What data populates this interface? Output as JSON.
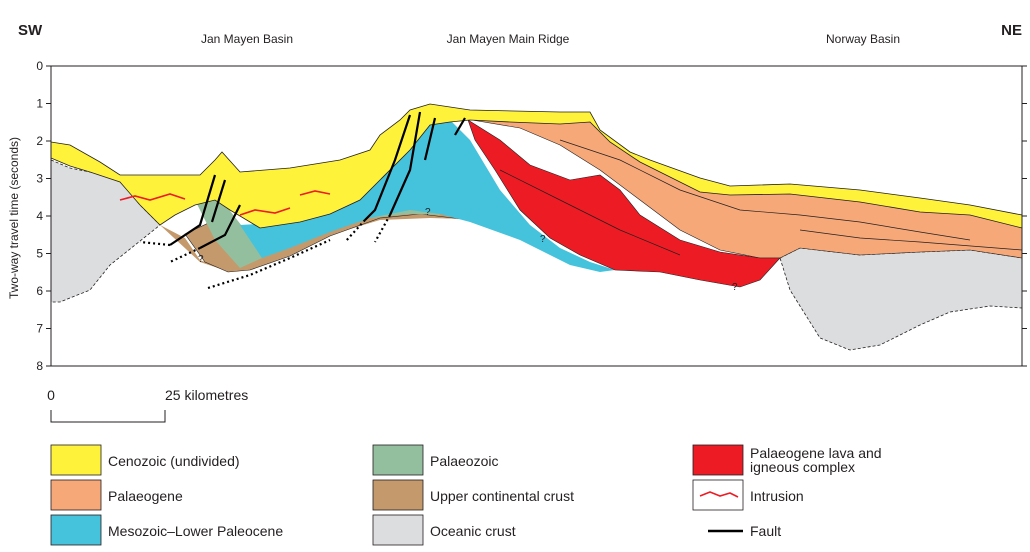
{
  "directions": {
    "left": "SW",
    "right": "NE"
  },
  "regions": [
    "Jan Mayen Basin",
    "Jan Mayen Main Ridge",
    "Norway Basin"
  ],
  "y_axis": {
    "title": "Two-way travel time (seconds)",
    "ticks": [
      "0",
      "1",
      "2",
      "3",
      "4",
      "5",
      "6",
      "7",
      "8"
    ]
  },
  "scale_bar": {
    "start_label": "0",
    "end_label": "25 kilometres"
  },
  "uncertain_marker": "?",
  "legend": [
    {
      "label": "Cenozoic (undivided)",
      "color": "#fff23a"
    },
    {
      "label": "Palaeogene",
      "color": "#f6a878"
    },
    {
      "label": "Mesozoic–Lower Paleocene",
      "color": "#45c2dc"
    },
    {
      "label": "Palaeozoic",
      "color": "#93bf9e"
    },
    {
      "label": "Upper continental crust",
      "color": "#c49a6c"
    },
    {
      "label": "Oceanic crust",
      "color": "#dcdddf"
    },
    {
      "label": "Palaeogene lava and igneous complex",
      "color": "#ed1c24"
    },
    {
      "label": "Intrusion",
      "color": "#ed1c24"
    },
    {
      "label": "Fault",
      "color": "#000000"
    }
  ]
}
